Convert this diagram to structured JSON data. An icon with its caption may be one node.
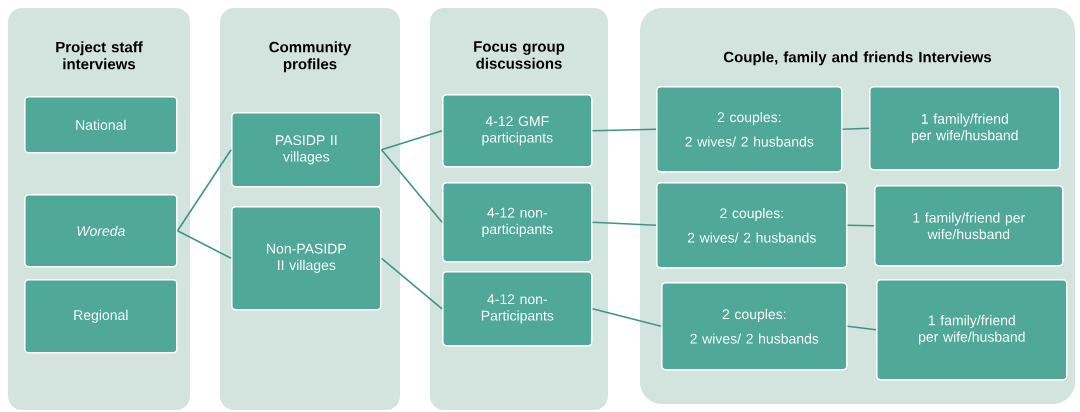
{
  "diagram": {
    "nodes": [
      {
        "text": [
          "Project staff interviews"
        ]
      },
      {
        "text": [
          "National"
        ],
        "in": 0
      },
      {
        "text": [
          "Woreda"
        ],
        "in": 0
      },
      {
        "text": [
          "Regional"
        ],
        "in": 0
      },
      {
        "text": [
          "Community profiles"
        ]
      },
      {
        "text": [
          "PASIDP II villages"
        ],
        "in": 4
      },
      {
        "text": [
          "Non-PASIDP II villages"
        ],
        "in": 4
      },
      {
        "text": [
          "Focus group discussions"
        ]
      },
      {
        "text": [
          "4-12 GMF participants"
        ],
        "in": 7
      },
      {
        "text": [
          "4-12 non-participants"
        ],
        "in": 7
      },
      {
        "text": [
          "4-12 non-Participants"
        ],
        "in": 7
      },
      {
        "text": [
          "Couple, family and friends Interviews"
        ]
      },
      {
        "text": [
          "2 couples:",
          "2 wives/ 2 husbands"
        ],
        "in": 11
      },
      {
        "text": [
          "1 family/friend per wife/husband"
        ],
        "in": 11
      },
      {
        "text": [
          "2 couples:",
          "2 wives/ 2 husbands"
        ],
        "in": 11
      },
      {
        "text": [
          "1 family/friend per wife/husband"
        ],
        "in": 11
      },
      {
        "text": [
          "2 couples:",
          "2 wives/ 2 husbands"
        ],
        "in": 11
      },
      {
        "text": [
          "1 family/friend per wife/husband"
        ],
        "in": 11
      }
    ],
    "edges": [
      {
        "from": 2,
        "to": 5,
        "arrow": "none"
      },
      {
        "from": 2,
        "to": 6,
        "arrow": "none"
      },
      {
        "from": 5,
        "to": 8,
        "arrow": "none"
      },
      {
        "from": 5,
        "to": 9,
        "arrow": "none"
      },
      {
        "from": 6,
        "to": 10,
        "arrow": "none"
      },
      {
        "from": 8,
        "to": 12,
        "arrow": "none"
      },
      {
        "from": 12,
        "to": 13,
        "arrow": "none"
      },
      {
        "from": 9,
        "to": 14,
        "arrow": "none"
      },
      {
        "from": 14,
        "to": 15,
        "arrow": "none"
      },
      {
        "from": 10,
        "to": 16,
        "arrow": "none"
      },
      {
        "from": 16,
        "to": 17,
        "arrow": "none"
      }
    ]
  }
}
